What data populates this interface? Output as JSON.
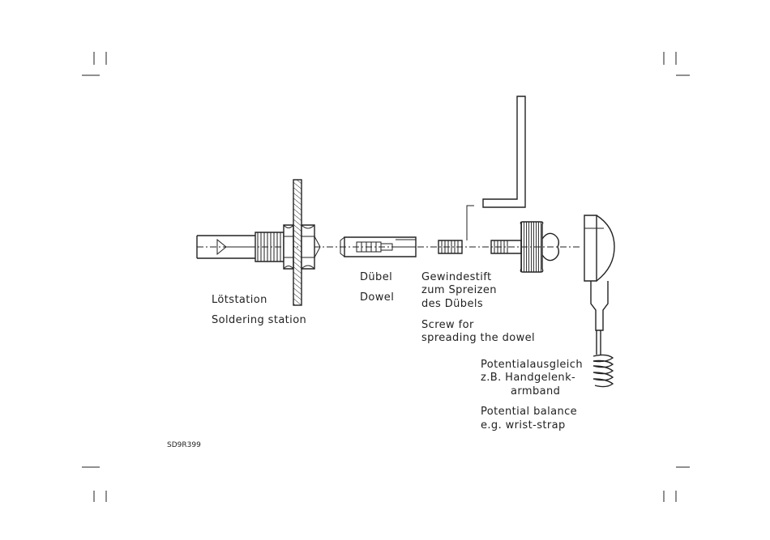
{
  "labels": {
    "soldering_de": "Lötstation",
    "soldering_en": "Soldering station",
    "dowel_de": "Dübel",
    "dowel_en": "Dowel",
    "screw_de_1": "Gewindestift",
    "screw_de_2": "zum Spreizen",
    "screw_de_3": "des Dübels",
    "screw_en_1": "Screw for",
    "screw_en_2": "spreading the dowel",
    "potential_de_1": "Potentialausgleich",
    "potential_de_2": "z.B. Handgelenk-",
    "potential_de_3": "armband",
    "potential_en_1": "Potential balance",
    "potential_en_2": "e.g. wrist-strap",
    "figure_code": "SD9R399"
  },
  "colors": {
    "line": "#222222",
    "background": "#ffffff"
  }
}
